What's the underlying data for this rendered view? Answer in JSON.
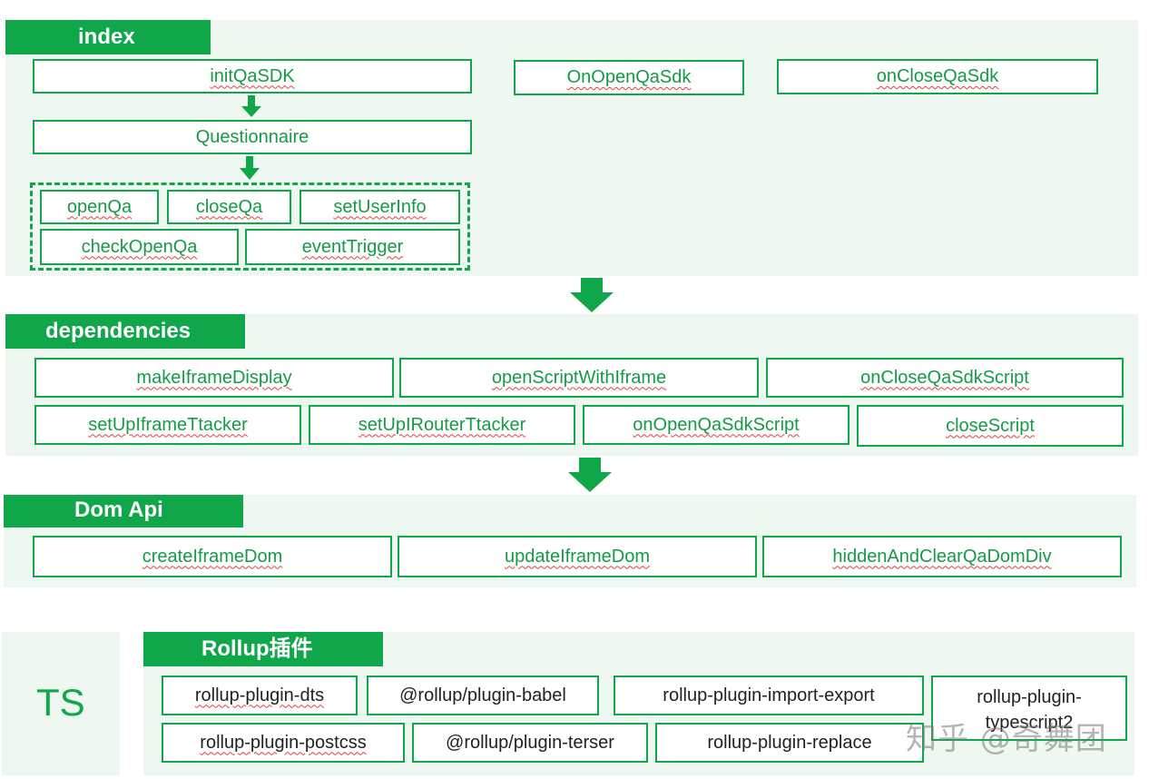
{
  "index": {
    "title": "index",
    "init": "initQaSDK",
    "on_open": "OnOpenQaSdk",
    "on_close": "onCloseQaSdk",
    "questionnaire": "Questionnaire",
    "methods": [
      "openQa",
      "closeQa",
      "setUserInfo",
      "checkOpenQa",
      "eventTrigger"
    ]
  },
  "dependencies": {
    "title": "dependencies",
    "items": [
      "makeIframeDisplay",
      "openScriptWithIframe",
      "onCloseQaSdkScript",
      "setUpIframeTtacker",
      "setUpIRouterTtacker",
      "onOpenQaSdkScript",
      "closeScript"
    ]
  },
  "dom_api": {
    "title": "Dom Api",
    "items": [
      "createIframeDom",
      "updateIframeDom",
      "hiddenAndClearQaDomDiv"
    ]
  },
  "rollup": {
    "side_label": "TS",
    "title": "Rollup插件",
    "plugins": [
      "rollup-plugin-dts",
      "@rollup/plugin-babel",
      "rollup-plugin-import-export",
      "rollup-plugin-typescript2",
      "rollup-plugin-postcss",
      "@rollup/plugin-terser",
      "rollup-plugin-replace"
    ]
  },
  "watermark": "知乎 @奇舞团",
  "colors": {
    "accent": "#10a64a",
    "panel": "#eef7f0",
    "spellcheck": "#e04040"
  }
}
